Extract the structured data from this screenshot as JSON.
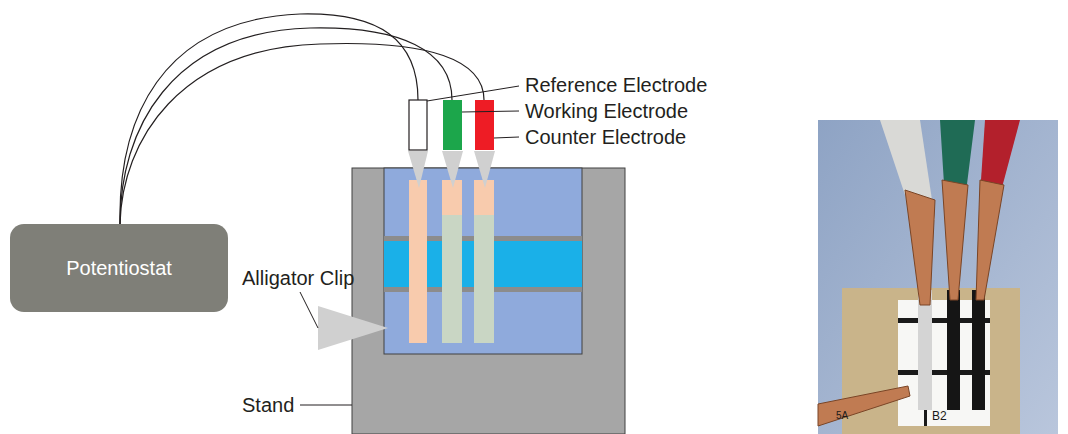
{
  "diagram": {
    "nodes": [
      {
        "text": [
          "Potentiostat"
        ]
      }
    ],
    "labels": [
      "Reference Electrode",
      "Working Electrode",
      "Counter Electrode",
      "Alligator Clip",
      "Stand",
      "B2",
      "5A"
    ]
  }
}
